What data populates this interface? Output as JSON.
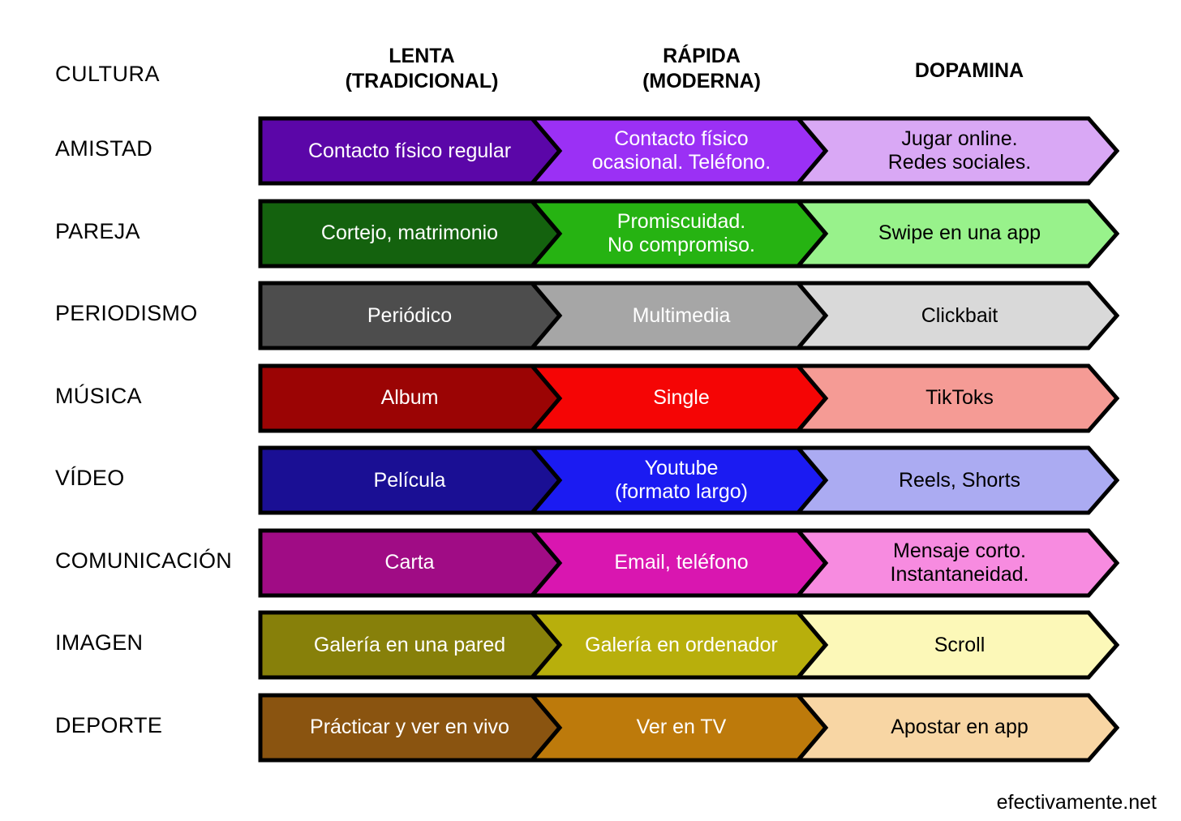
{
  "header": {
    "row_axis_label": "CULTURA",
    "columns": [
      {
        "line1": "LENTA",
        "line2": "(TRADICIONAL)"
      },
      {
        "line1": "RÁPIDA",
        "line2": "(MODERNA)"
      },
      {
        "line1": "DOPAMINA",
        "line2": ""
      }
    ]
  },
  "footer": {
    "credit": "efectivamente.net"
  },
  "chart_data": {
    "type": "table",
    "title": "CULTURA",
    "categories": [
      "AMISTAD",
      "PAREJA",
      "PERIODISMO",
      "MÚSICA",
      "VÍDEO",
      "COMUNICACIÓN",
      "IMAGEN",
      "DEPORTE"
    ],
    "columns": [
      "LENTA (TRADICIONAL)",
      "RÁPIDA (MODERNA)",
      "DOPAMINA"
    ],
    "legend_position": "top",
    "grid": false
  },
  "rows": [
    {
      "label": "AMISTAD",
      "cells": [
        {
          "text": "Contacto físico regular",
          "color": "#5B06A8",
          "text_color": "#FFFFFF"
        },
        {
          "text": "Contacto físico\nocasional. Teléfono.",
          "color": "#9B30F5",
          "text_color": "#FFFFFF"
        },
        {
          "text": "Jugar online.\nRedes sociales.",
          "color": "#D9A8F5",
          "text_color": "#000000"
        }
      ]
    },
    {
      "label": "PAREJA",
      "cells": [
        {
          "text": "Cortejo, matrimonio",
          "color": "#14620E",
          "text_color": "#FFFFFF"
        },
        {
          "text": "Promiscuidad.\nNo compromiso.",
          "color": "#26B312",
          "text_color": "#FFFFFF"
        },
        {
          "text": "Swipe en una app",
          "color": "#98F28B",
          "text_color": "#000000"
        }
      ]
    },
    {
      "label": "PERIODISMO",
      "cells": [
        {
          "text": "Periódico",
          "color": "#4D4D4D",
          "text_color": "#FFFFFF"
        },
        {
          "text": "Multimedia",
          "color": "#A6A6A6",
          "text_color": "#FFFFFF"
        },
        {
          "text": "Clickbait",
          "color": "#D9D9D9",
          "text_color": "#000000"
        }
      ]
    },
    {
      "label": "MÚSICA",
      "cells": [
        {
          "text": "Album",
          "color": "#9B0404",
          "text_color": "#FFFFFF"
        },
        {
          "text": "Single",
          "color": "#F50505",
          "text_color": "#FFFFFF"
        },
        {
          "text": "TikToks",
          "color": "#F59B95",
          "text_color": "#000000"
        }
      ]
    },
    {
      "label": "VÍDEO",
      "cells": [
        {
          "text": "Película",
          "color": "#1A0F94",
          "text_color": "#FFFFFF"
        },
        {
          "text": "Youtube\n(formato largo)",
          "color": "#1B1BF2",
          "text_color": "#FFFFFF"
        },
        {
          "text": "Reels, Shorts",
          "color": "#ABABF2",
          "text_color": "#000000"
        }
      ]
    },
    {
      "label": "COMUNICACIÓN",
      "cells": [
        {
          "text": "Carta",
          "color": "#A00C85",
          "text_color": "#FFFFFF"
        },
        {
          "text": "Email, teléfono",
          "color": "#D916B0",
          "text_color": "#FFFFFF"
        },
        {
          "text": "Mensaje corto.\nInstantaneidad.",
          "color": "#F78BE0",
          "text_color": "#000000"
        }
      ]
    },
    {
      "label": "IMAGEN",
      "cells": [
        {
          "text": "Galería en una pared",
          "color": "#87800A",
          "text_color": "#FFFFFF"
        },
        {
          "text": "Galería en ordenador",
          "color": "#B8AF0C",
          "text_color": "#FFFFFF"
        },
        {
          "text": "Scroll",
          "color": "#FCF8B8",
          "text_color": "#000000"
        }
      ]
    },
    {
      "label": "DEPORTE",
      "cells": [
        {
          "text": "Prácticar y ver en vivo",
          "color": "#8A5410",
          "text_color": "#FFFFFF"
        },
        {
          "text": "Ver en TV",
          "color": "#BD7A0B",
          "text_color": "#FFFFFF"
        },
        {
          "text": "Apostar en app",
          "color": "#F8D6A4",
          "text_color": "#000000"
        }
      ]
    }
  ]
}
